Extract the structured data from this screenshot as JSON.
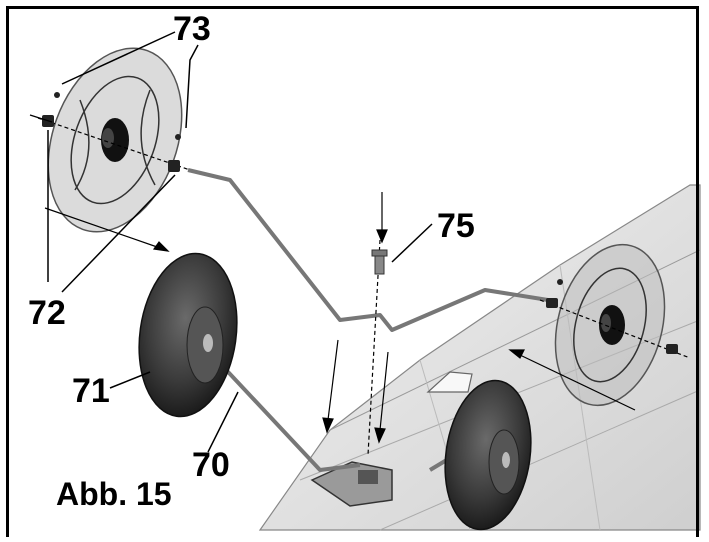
{
  "figure": {
    "caption": "Abb. 15",
    "callouts": {
      "wheel_collar_top": "73",
      "axle_pin": "75",
      "wheel_collar": "72",
      "wheel": "71",
      "landing_gear_wire": "70"
    },
    "colors": {
      "ink": "#000000",
      "tire": "#3a3a3a",
      "fuselage": "#e4e4e4",
      "ghost_wheel": "#bdbdbd"
    }
  }
}
